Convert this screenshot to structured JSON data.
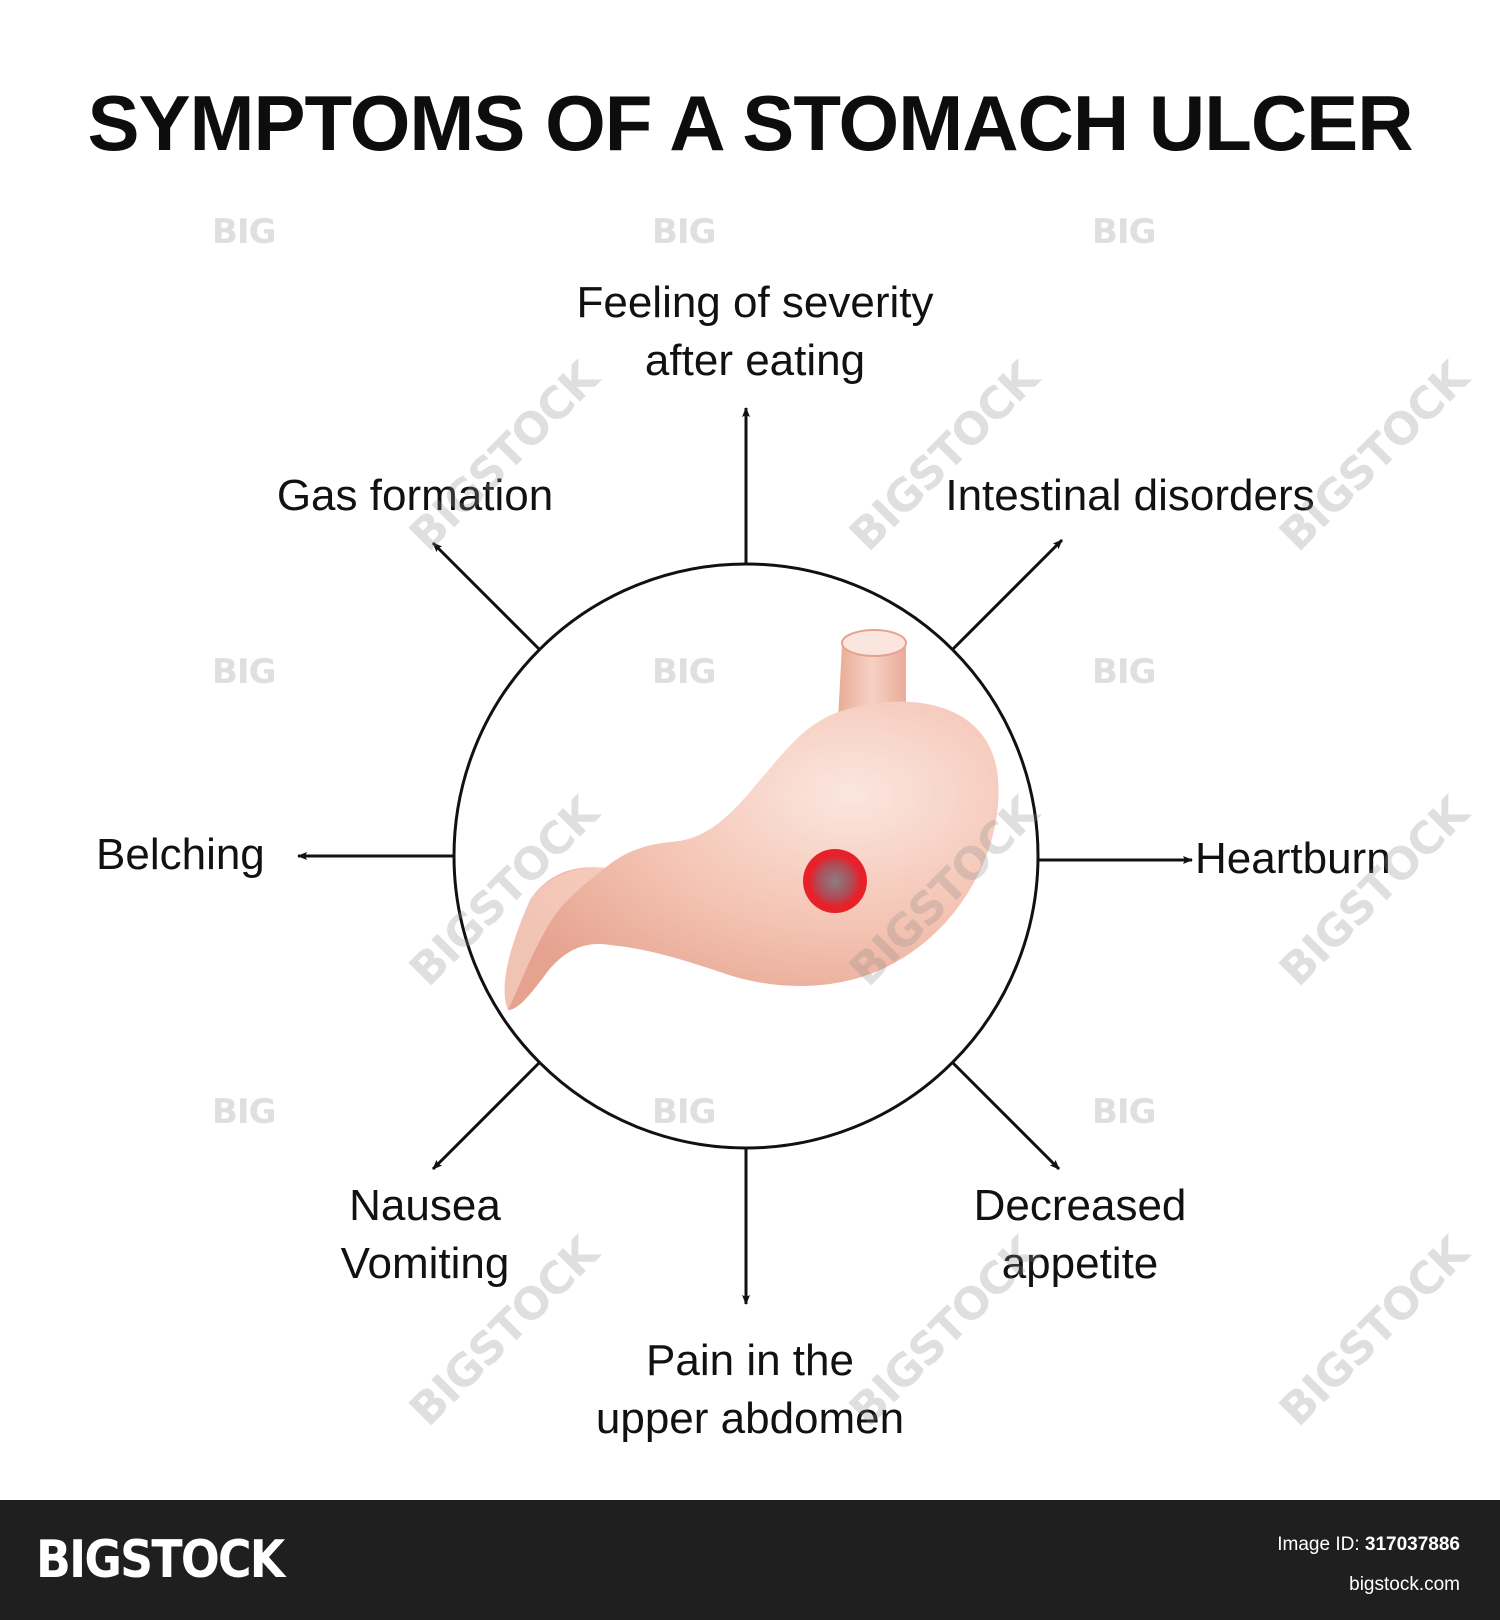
{
  "title": "SYMPTOMS OF A STOMACH ULCER",
  "symptoms": {
    "top": [
      "Feeling of severity",
      "after eating"
    ],
    "top_left": "Gas formation",
    "top_right": "Intestinal disorders",
    "left": "Belching",
    "right": "Heartburn",
    "bottom_left": [
      "Nausea",
      "Vomiting"
    ],
    "bottom_right": [
      "Decreased",
      "appetite"
    ],
    "bottom": [
      "Pain in the",
      "upper abdomen"
    ]
  },
  "footer": {
    "brand": "BIGSTOCK",
    "image_id_label": "Image ID:",
    "image_id": "317037886",
    "site": "bigstock.com"
  },
  "watermark": {
    "small": "BIG",
    "diagonal": "BIGSTOCK"
  },
  "colors": {
    "stomach_light": "#fbe6df",
    "stomach_mid": "#f4c3b2",
    "stomach_dark": "#e5a28f",
    "ulcer_red": "#e8202a",
    "ulcer_center": "#8c7d84",
    "footer_bg": "#1f1f1f"
  }
}
